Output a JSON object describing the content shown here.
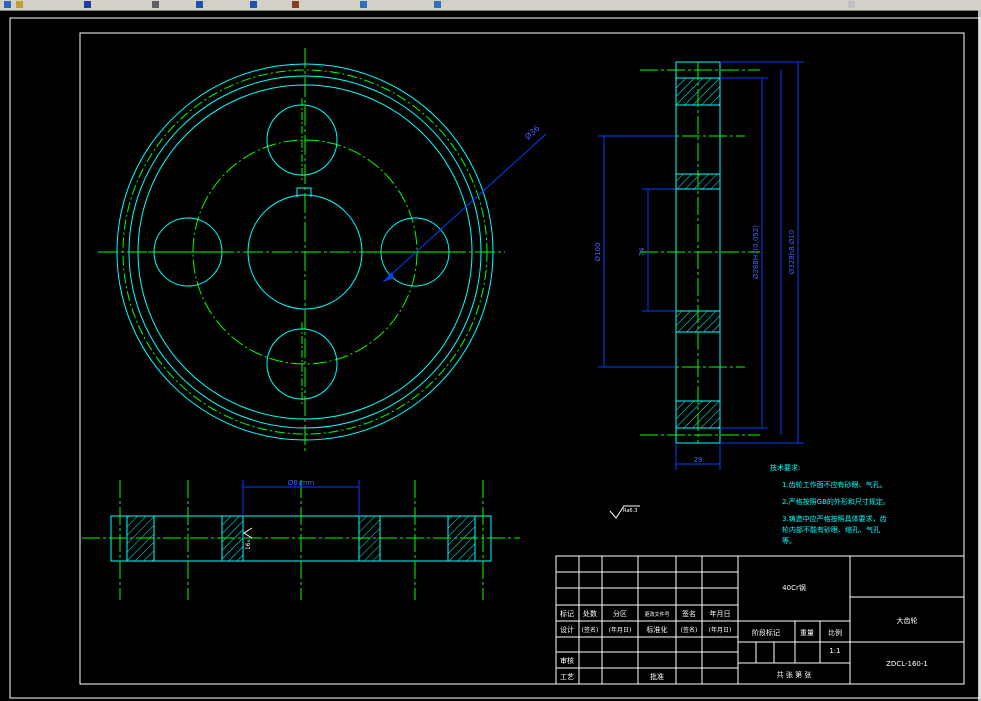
{
  "toolbar": {
    "icons": [
      "new-icon",
      "open-icon",
      "save-icon",
      "print-icon",
      "undo-icon",
      "redo-icon",
      "pan-icon",
      "zoom-icon",
      "properties-icon",
      "layer-icon"
    ]
  },
  "drawing": {
    "dims": {
      "outer_dia": "Ø36",
      "bore_width": "Ø8₃mm",
      "key": "16₀",
      "d1": "Ø100",
      "d2": "74",
      "d3": "Ø288H7(0,052)",
      "d4": "Ø328h8 Ø10",
      "width": "29"
    },
    "roughness": "Ra6.3",
    "tech": {
      "title": "技术要求:",
      "r1": "1.齿轮工作面不应有砂眼、气孔。",
      "r2": "2.严格按照GB的外形和尺寸规定。",
      "r3a": "3.铸造中应严格按照具体要求，齿",
      "r3b": "轮内部不能有砂眼、缩孔、气孔",
      "r3c": "等。"
    },
    "title_block": {
      "material": "40Cr钢",
      "part_name": "大齿轮",
      "code": "ZDCL-160-1",
      "scale_label": "比例",
      "scale": "1:1",
      "weight_label": "重量",
      "stage_label": "阶段标记",
      "sheets": "共    张    第    张",
      "r_mark": "标记",
      "r_count": "处数",
      "r_zone": "分区",
      "r_doc": "更改文件号",
      "r_sign": "签名",
      "r_date": "年月日",
      "design": "设计",
      "sign2": "(签名)",
      "date2": "(年月日)",
      "std": "标准化",
      "sign3": "(签名)",
      "date3": "(年月日)",
      "review": "审核",
      "process": "工艺",
      "approve": "批准"
    }
  }
}
